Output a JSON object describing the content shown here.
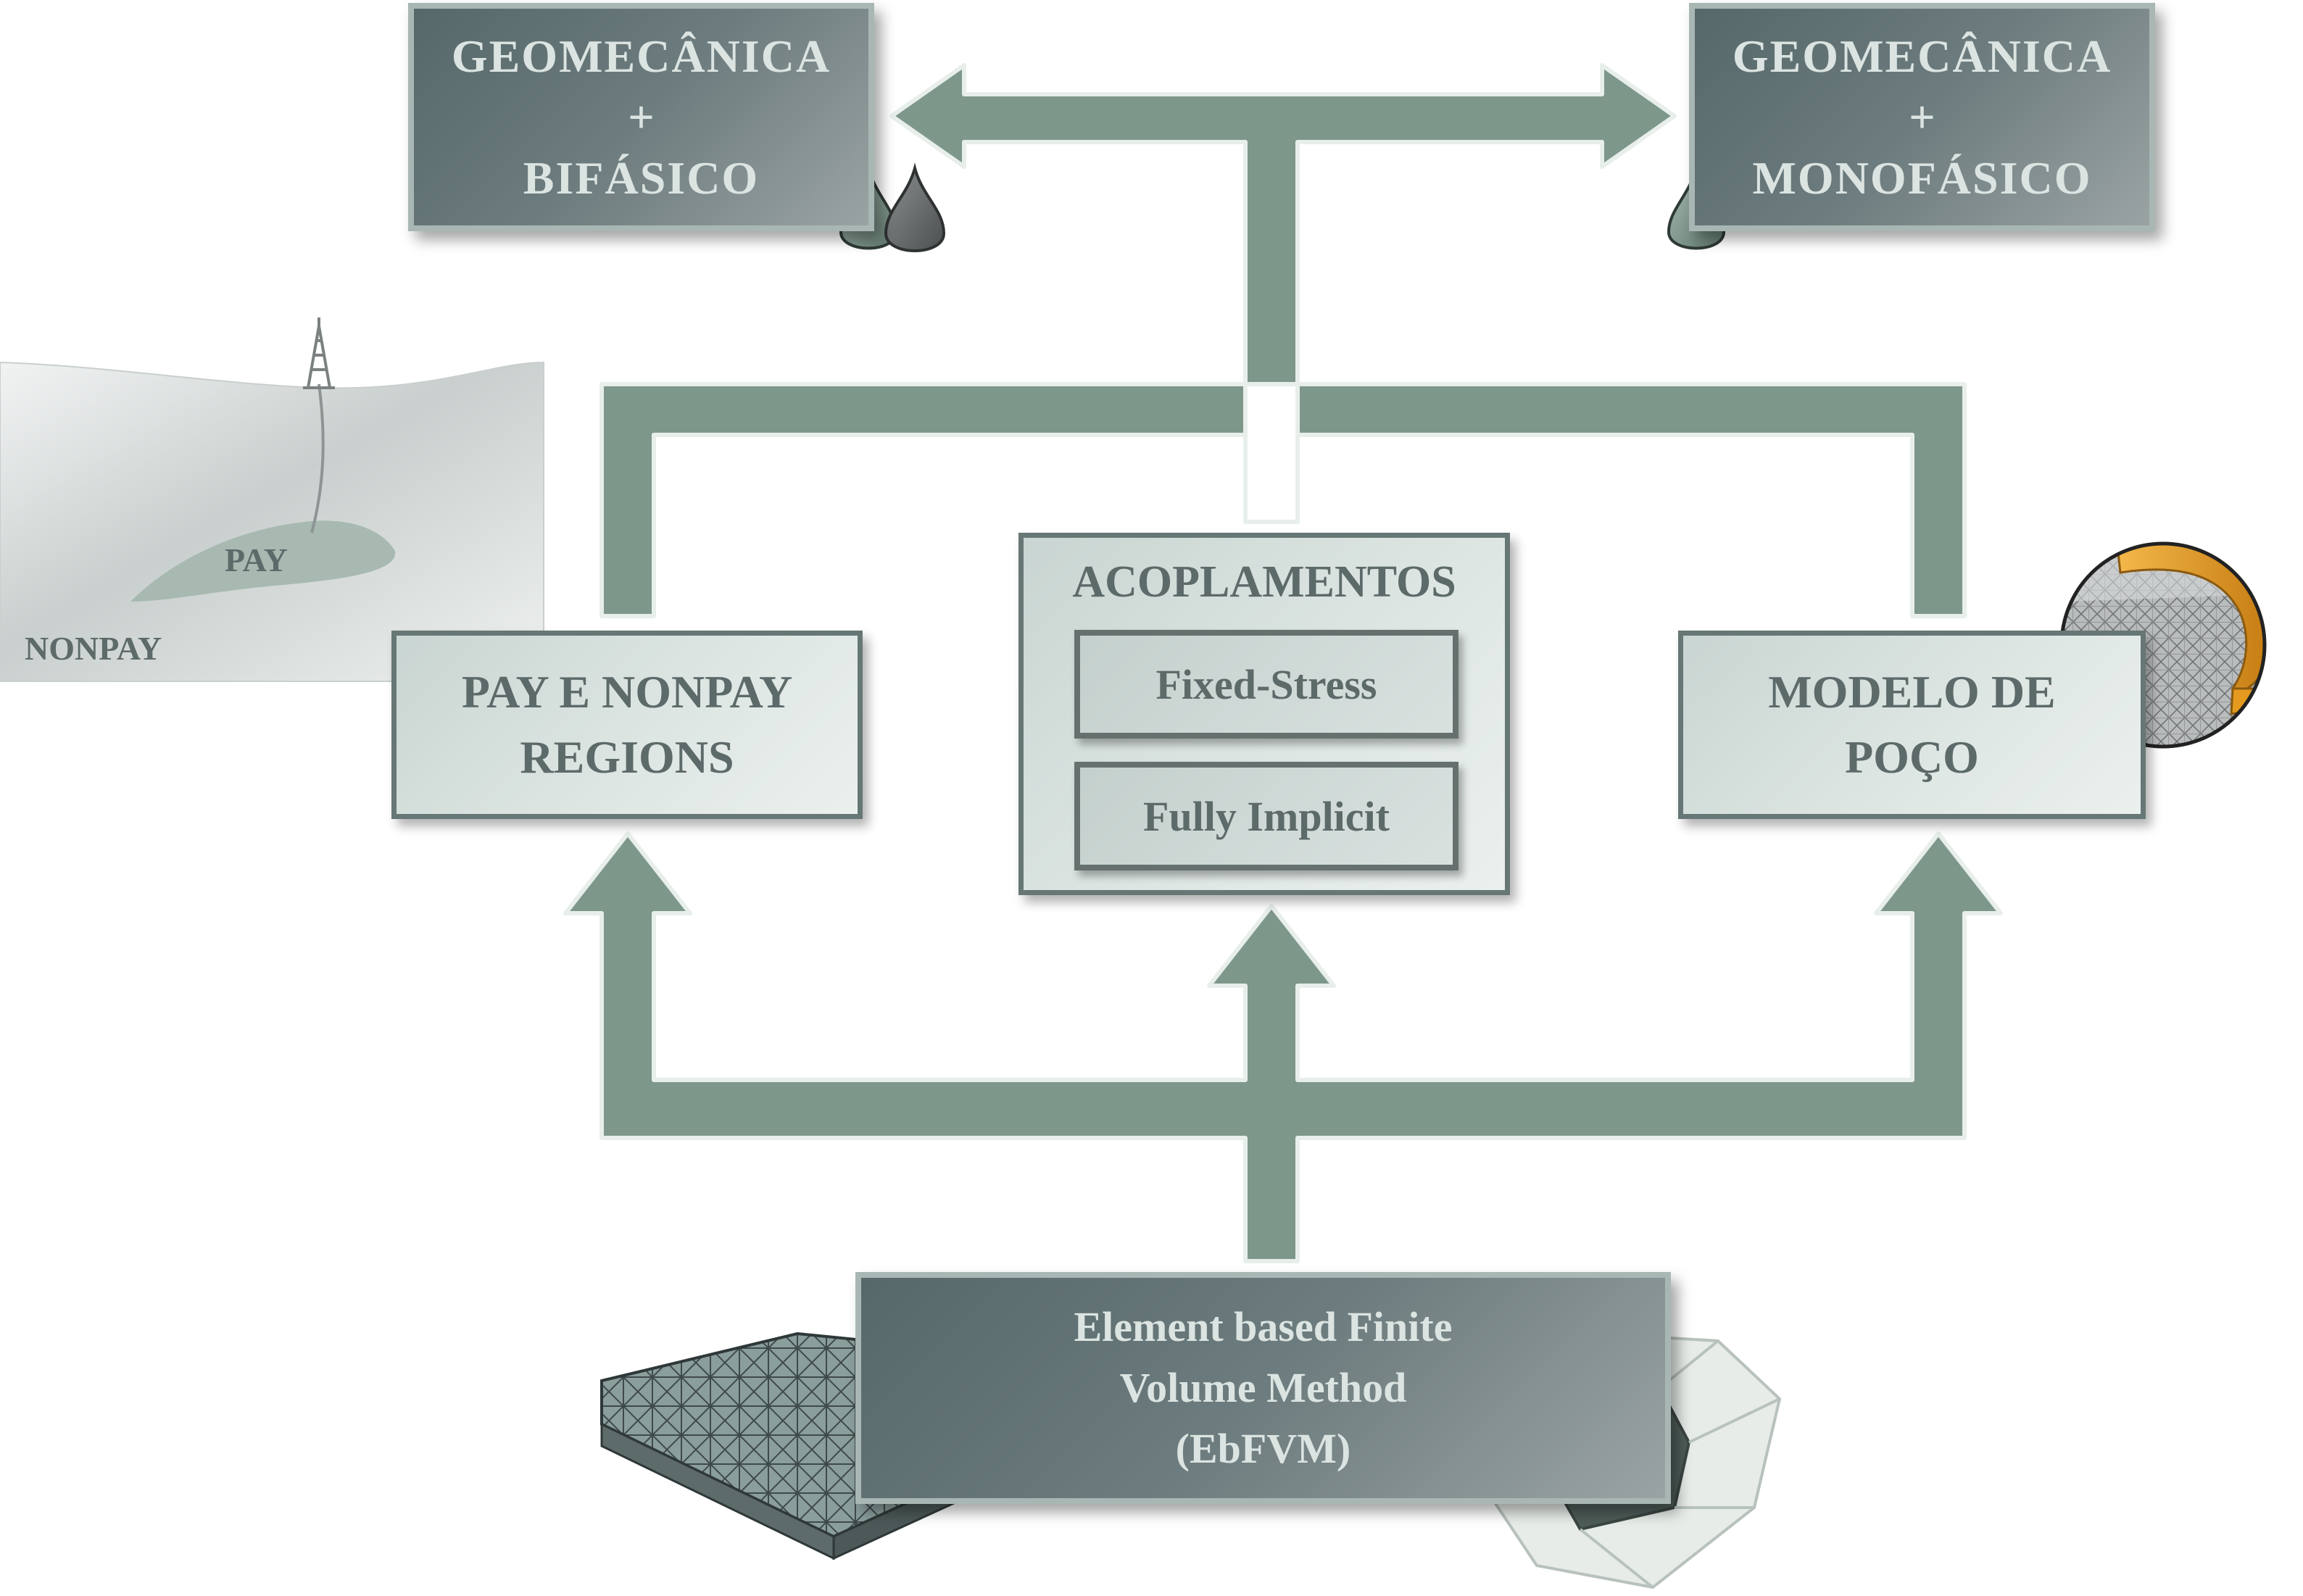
{
  "boxes": {
    "geo_bifasico": {
      "line1": "GEOMECÂNICA",
      "line2": "+",
      "line3": "BIFÁSICO"
    },
    "geo_monofasico": {
      "line1": "GEOMECÂNICA",
      "line2": "+",
      "line3": "MONOFÁSICO"
    },
    "pay_regions": {
      "line1": "PAY E NONPAY",
      "line2": "REGIONS"
    },
    "acoplamentos": {
      "title": "ACOPLAMENTOS",
      "fixed_stress": "Fixed-Stress",
      "fully_implicit": "Fully Implicit"
    },
    "modelo_poco": {
      "line1": "MODELO DE",
      "line2": "POÇO"
    },
    "ebfvm": {
      "line1": "Element based Finite",
      "line2": "Volume Method",
      "line3": "(EbFVM)"
    }
  },
  "reservoir_sketch": {
    "pay_label": "PAY",
    "nonpay_label": "NONPAY"
  },
  "colors": {
    "arrow_fill": "#7e978b",
    "arrow_outline": "#e8efeb",
    "dark_box": "#5f7072",
    "light_box": "#dbe4e1",
    "drop_green": "#7e978b",
    "drop_dark": "#5f6364",
    "well_orange": "#e8a020"
  }
}
